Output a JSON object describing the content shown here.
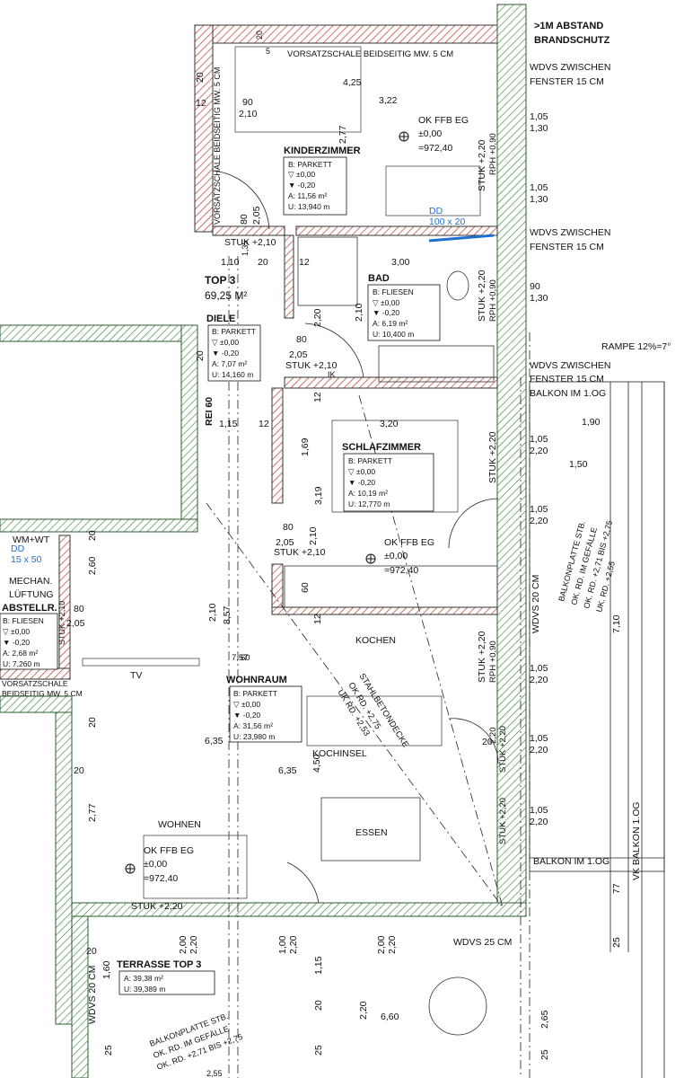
{
  "header": {
    "abstand_1": ">1M ABSTAND",
    "abstand_2": "BRANDSCHUTZ"
  },
  "wall_notes": {
    "vorsatzschale_top": "VORSATZSCHALE BEIDSEITIG MW. 5 CM",
    "vorsatzschale_left": "VORSATZSCHALE BEIDSEITIG MW. 5 CM",
    "vorsatzschale_lower": "VORSATZSCHALE",
    "vorsatzschale_lower_2": "BEIDSEITIG MW. 5 CM",
    "wdvs_1a": "WDVS ZWISCHEN",
    "wdvs_1b": "FENSTER 15 CM",
    "wdvs_2a": "WDVS ZWISCHEN",
    "wdvs_2b": "FENSTER 15 CM",
    "wdvs_3a": "WDVS ZWISCHEN",
    "wdvs_3b": "FENSTER 15 CM",
    "balkon_og": "BALKON IM 1.OG",
    "balkon_og_2": "BALKON IM 1.OG",
    "rampe": "RAMPE 12%=7°",
    "wdvs_20_right": "WDVS 20 CM",
    "wdvs_20_left": "WDVS 20 CM",
    "wdvs_25": "WDVS 25 CM",
    "vk_balkon": "VK BALKON 1.OG",
    "rei60": "REI 60",
    "stahlbeton_1": "STAHLBETONDECKE",
    "stahlbeton_2": "OK RD. +2,75",
    "stahlbeton_3": "UK RD. +2,53",
    "balkonplatte_r1": "BALKONPLATTE STB.",
    "balkonplatte_r2": "OK. RD. IM GEFÄLLE",
    "balkonplatte_r3": "OK. RD. +2,71 BIS +2,75",
    "balkonplatte_r4": "UK. RD. +2,55",
    "balkonplatte_b1": "BALKONPLATTE STB.",
    "balkonplatte_b2": "OK. RD. IM GEFÄLLE",
    "balkonplatte_b3": "OK. RD. +2,71 BIS +2,75",
    "balkonplatte_b4": "2,55",
    "mechan_1": "MECHAN.",
    "mechan_2": "LÜFTUNG",
    "wm_wt": "WM+WT",
    "dd_small_1": "DD",
    "dd_small_2": "15 x 50",
    "dd_1": "DD",
    "dd_2": "100 x 20",
    "ik": "IK",
    "tv": "TV",
    "kochen": "KOCHEN",
    "kochinsel": "KOCHINSEL",
    "essen": "ESSEN",
    "wohnen": "WOHNEN",
    "top3_1": "TOP 3",
    "top3_2": "69,25 M²"
  },
  "levels": {
    "kinder_1": "OK FFB EG",
    "kinder_2": "±0,00",
    "kinder_3": "=972,40",
    "mid_1": "OK FFB EG",
    "mid_2": "±0,00",
    "mid_3": "=972,40",
    "wohn_1": "OK FFB EG",
    "wohn_2": "±0,00",
    "wohn_3": "=972,40"
  },
  "rooms": {
    "kinderzimmer": {
      "name": "KINDERZIMMER",
      "b": "B: PARKETT",
      "l1": "▽ ±0,00",
      "l2": "▼ -0,20",
      "a": "A: 11,56 m²",
      "u": "U: 13,940 m"
    },
    "bad": {
      "name": "BAD",
      "b": "B: FLIESEN",
      "l1": "▽ ±0,00",
      "l2": "▼ -0,20",
      "a": "A: 6,19 m²",
      "u": "U: 10,400 m"
    },
    "diele": {
      "name": "DIELE",
      "b": "B: PARKETT",
      "l1": "▽ ±0,00",
      "l2": "▼ -0,20",
      "a": "A: 7,07 m²",
      "u": "U: 14,160 m"
    },
    "schlafzimmer": {
      "name": "SCHLAFZIMMER",
      "b": "B: PARKETT",
      "l1": "▽ ±0,00",
      "l2": "▼ -0,20",
      "a": "A: 10,19 m²",
      "u": "U: 12,770 m"
    },
    "abstellr": {
      "name": "ABSTELLR.",
      "b": "B: FLIESEN",
      "l1": "▽ ±0,00",
      "l2": "▼ -0,20",
      "a": "A: 2,68 m²",
      "u": "U: 7,260 m"
    },
    "wohnraum": {
      "name": "WOHNRAUM",
      "b": "B: PARKETT",
      "l1": "▽ ±0,00",
      "l2": "▼ -0,20",
      "a": "A: 31,56 m²",
      "u": "U: 23,980 m"
    },
    "terrasse": {
      "name": "TERRASSE TOP 3",
      "a": "A: 39,38 m²",
      "u": "U: 39,389 m"
    }
  },
  "dims": {
    "d20a": "20",
    "d5": "5",
    "d425": "4,25",
    "d322": "3,22",
    "d20b": "20",
    "d12a": "12",
    "d90a": "90",
    "d210a": "2,10",
    "d277a": "2,77",
    "d80a": "80",
    "d205a": "2,05",
    "d135": "1,35",
    "stuk210a": "STUK +2,10",
    "d110": "1,10",
    "d20c": "20",
    "d12b": "12",
    "d300": "3,00",
    "d220a": "2,20",
    "d210b": "2,10",
    "stuk220a": "STUK +2,20",
    "rph090a": "RPH +0,90",
    "stuk220b": "STUK +2,20",
    "rph090b": "RPH +0,90",
    "d105a": "1,05",
    "d130a": "1,30",
    "d105b": "1,05",
    "d130b": "1,30",
    "d90b": "90",
    "d130c": "1,30",
    "d80b": "80",
    "d205b": "2,05",
    "stuk210b": "STUK +2,10",
    "d20d": "20",
    "d12c": "12",
    "d115": "1,15",
    "d12d": "12",
    "d320": "3,20",
    "d169": "1,69",
    "d319": "3,19",
    "d190": "1,90",
    "d105c": "1,05",
    "d220b": "2,20",
    "d150": "1,50",
    "d105d": "1,05",
    "d220c": "2,20",
    "stuk220c": "STUK +2,20",
    "d80c": "80",
    "d205c": "2,05",
    "d210c": "2,10",
    "stuk210c": "STUK +2,10",
    "d60": "60",
    "d12e": "12",
    "d260": "2,60",
    "d20e": "20",
    "d80d": "80",
    "d205d": "2,05",
    "stuk210d": "STUK +2,10",
    "d857": "8,57",
    "d210d": "2,10",
    "d757": "7,57",
    "d60b": "60",
    "d105e": "1,05",
    "d220d": "2,20",
    "stuk220d": "STUK +2,20",
    "rph090c": "RPH +0,90",
    "d105f": "1,05",
    "d220e": "2,20",
    "d20f": "20",
    "d220f": "2,20",
    "stuk220e": "STUK +2,20",
    "d105g": "1,05",
    "d220g": "2,20",
    "stuk220f": "STUK +2,20",
    "d635a": "6,35",
    "d635b": "6,35",
    "d450": "4,50",
    "d20g": "20",
    "d20h": "20",
    "d277b": "2,77",
    "stuk220g": "STUK +2,20",
    "d710": "7,10",
    "d77": "77",
    "d25a": "25",
    "d200a": "2,00",
    "d220h": "2,20",
    "d100": "1,00",
    "d220i": "2,20",
    "d200b": "2,00",
    "d220j": "2,20",
    "d20i": "20",
    "d160": "1,60",
    "d115b": "1,15",
    "d20j": "20",
    "d220k": "2,20",
    "d660": "6,60",
    "d265": "2,65",
    "d25b": "25",
    "d25c": "25",
    "d25d": "25"
  }
}
